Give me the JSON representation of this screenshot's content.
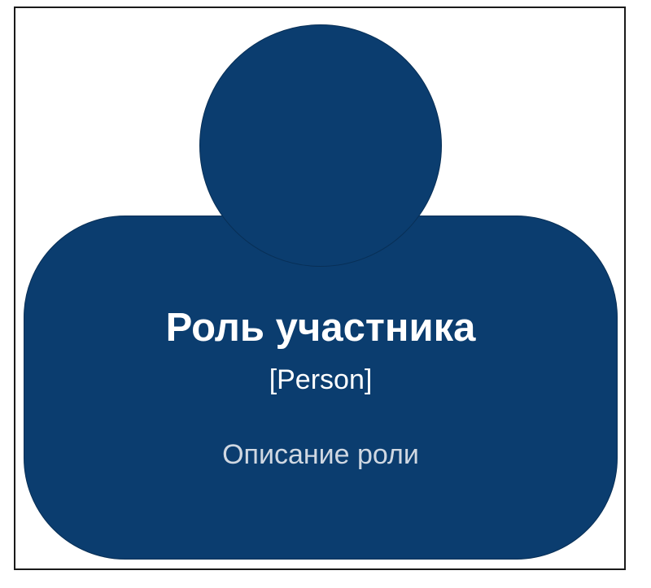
{
  "diagram": {
    "element": {
      "name": "Роль участника",
      "type": "[Person]",
      "description": "Описание роли"
    },
    "colors": {
      "fill": "#0b3d6f",
      "title_text": "#ffffff",
      "description_text": "#d0d8e2",
      "frame_border": "#1a1a1a"
    }
  }
}
